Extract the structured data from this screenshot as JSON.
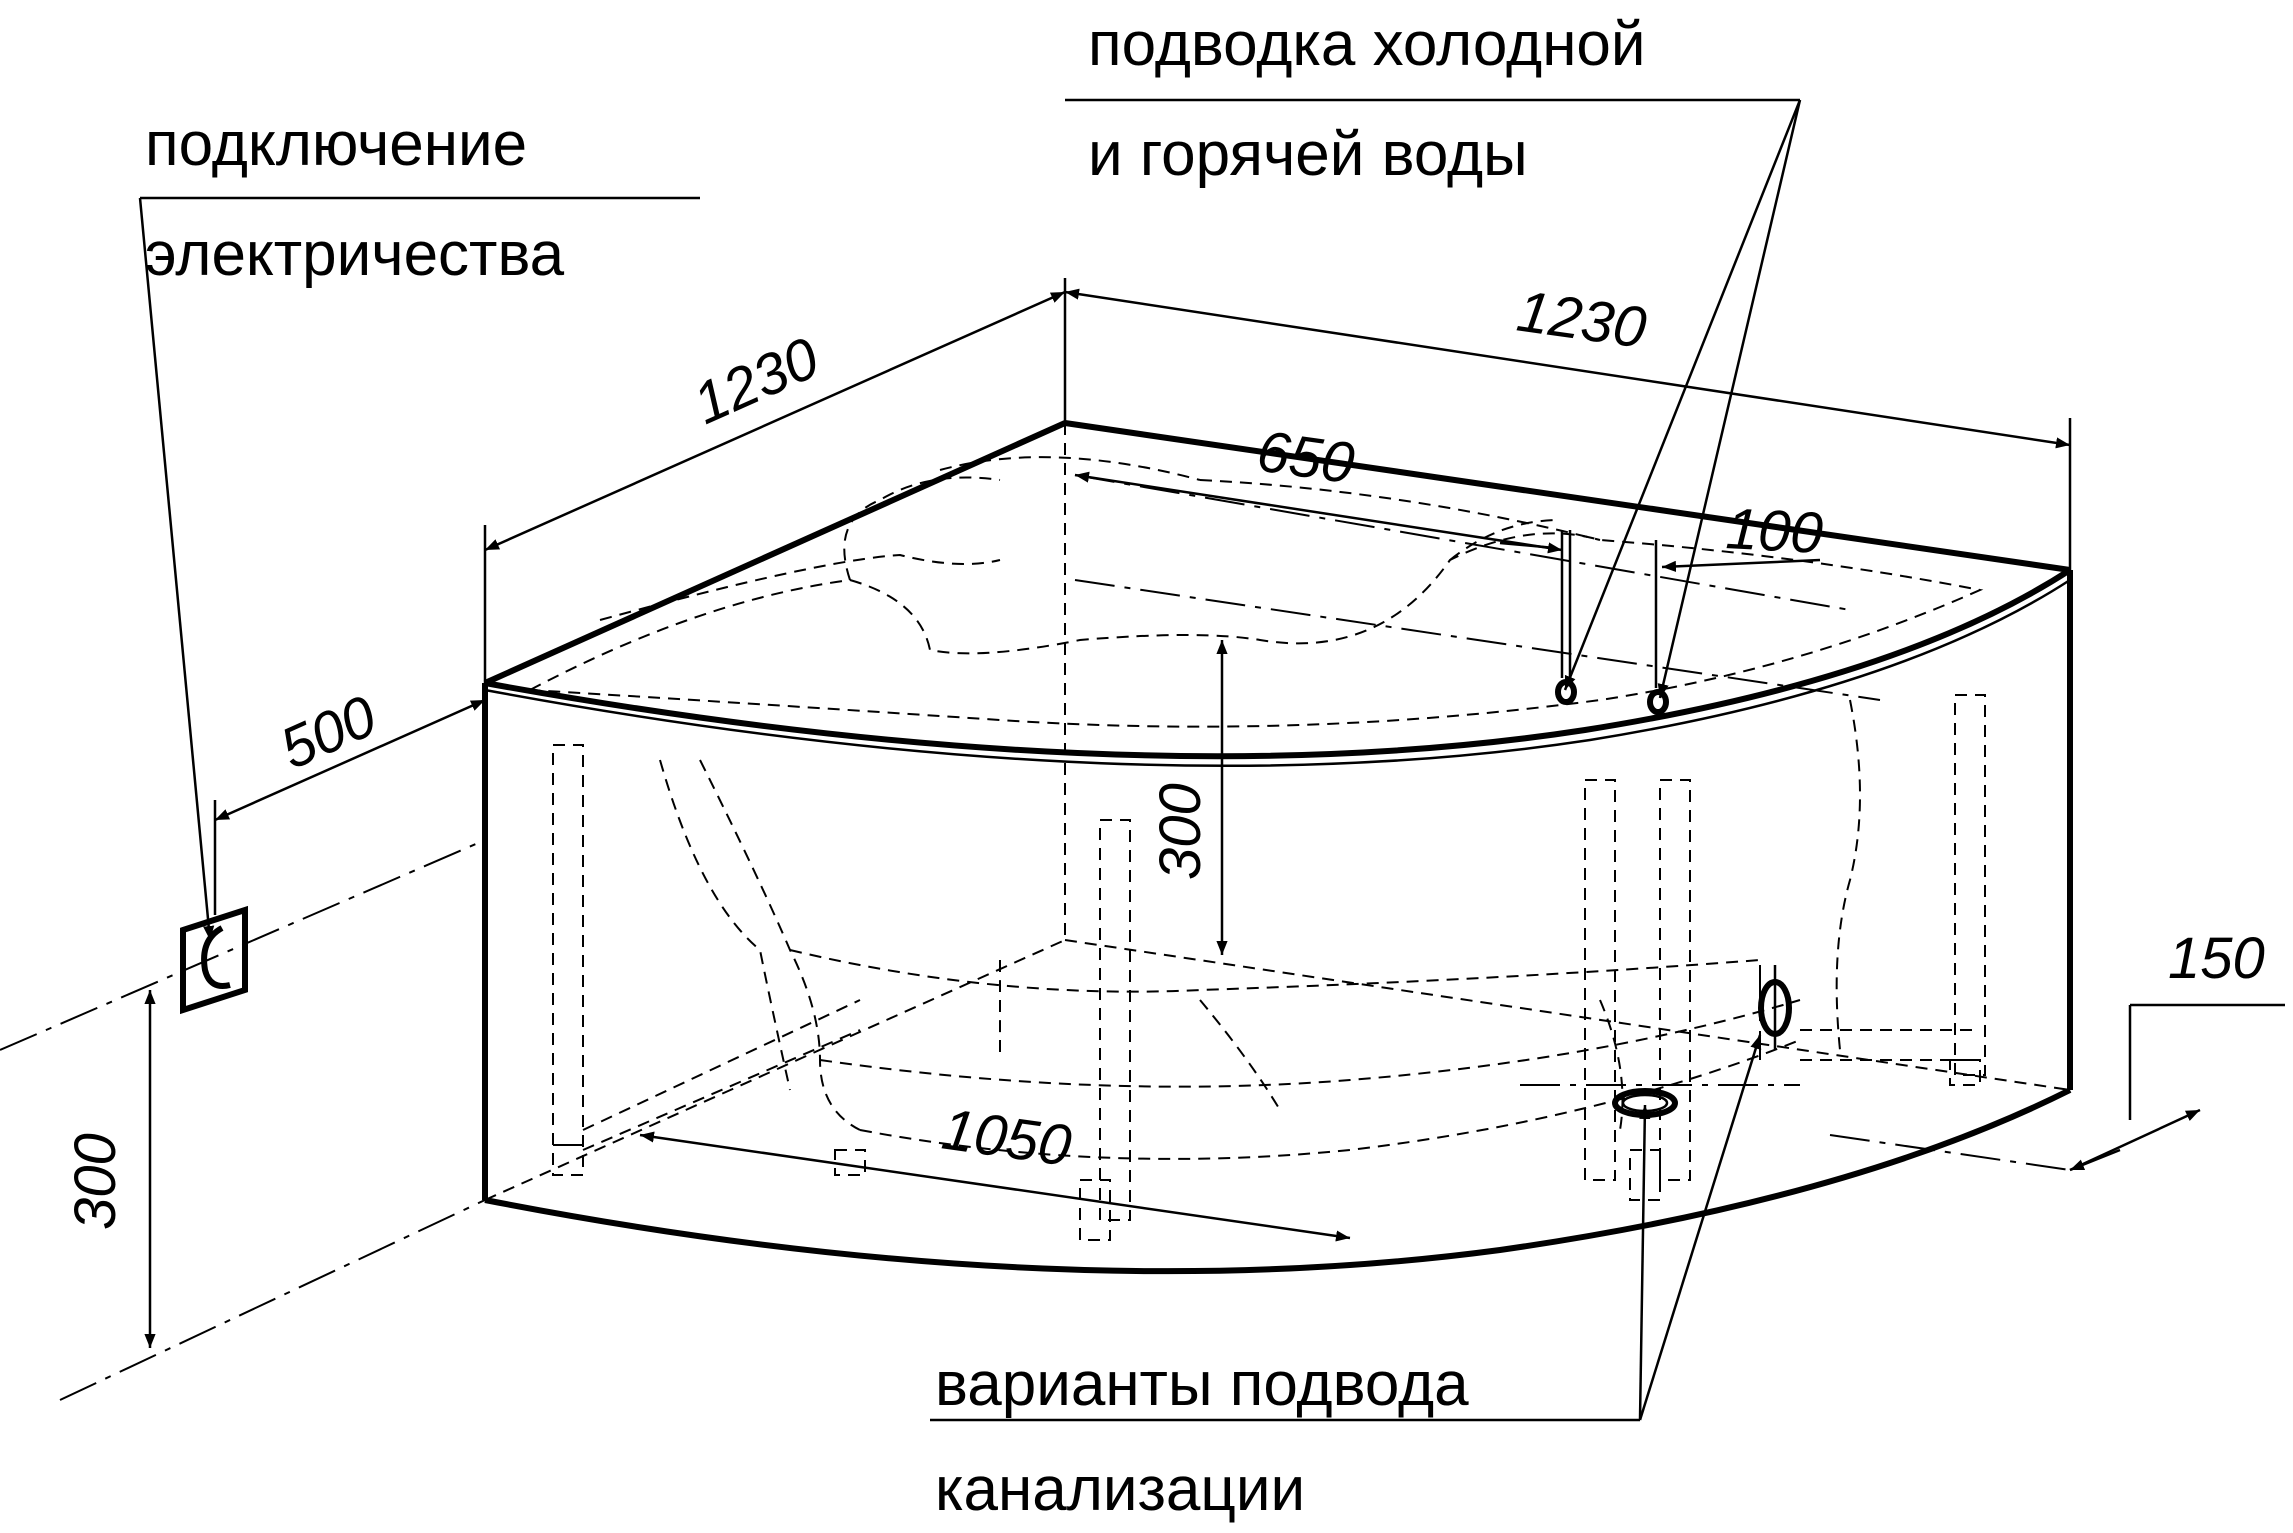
{
  "labels": {
    "electricity_line1": "подключение",
    "electricity_line2": "электричества",
    "water_line1": "подводка холодной",
    "water_line2": "и горячей воды",
    "drain_line1": "варианты подвода",
    "drain_line2": "канализации"
  },
  "dimensions": {
    "side_left": "1230",
    "side_right": "1230",
    "inner_650": "650",
    "offset_100": "100",
    "offset_500": "500",
    "height_300_center": "300",
    "height_300_left": "300",
    "offset_150": "150",
    "length_1050": "1050"
  }
}
